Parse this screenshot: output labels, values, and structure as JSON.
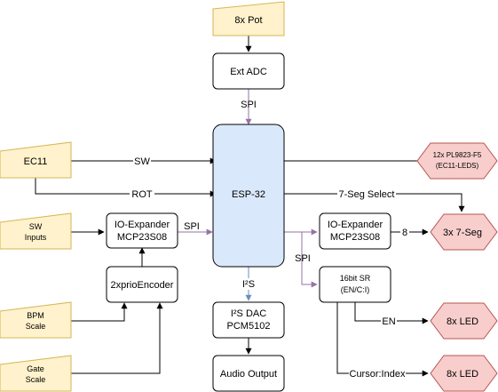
{
  "nodes": {
    "pot": "8x Pot",
    "ext_adc": "Ext ADC",
    "ec11": "EC11",
    "sw_inputs_1": "SW",
    "sw_inputs_2": "Inputs",
    "bpm_scale_1": "BPM",
    "bpm_scale_2": "Scale",
    "gate_scale_1": "Gate",
    "gate_scale_2": "Scale",
    "io_expander_left_1": "IO-Expander",
    "io_expander_left_2": "MCP23S08",
    "prio_encoder": "2xprioEncoder",
    "esp32": "ESP-32",
    "dac_1": "I²S DAC",
    "dac_2": "PCM5102",
    "audio_output": "Audio Output",
    "io_expander_right_1": "IO-Expander",
    "io_expander_right_2": "MCP23S08",
    "shift_register_1": "16bit SR",
    "shift_register_2": "(EN/C:I)",
    "leds_pl9823_1": "12x PL9823-F5",
    "leds_pl9823_2": "(EC11-LEDS)",
    "seven_seg": "3x 7-Seg",
    "led_en": "8x LED",
    "led_cursor": "8x LED"
  },
  "edges": {
    "spi_adc": "SPI",
    "sw": "SW",
    "rot": "ROT",
    "seven_seg_select": "7-Seg Select",
    "spi_left": "SPI",
    "spi_right": "SPI",
    "i2s": "I²S",
    "eight": "8",
    "en": "EN",
    "cursor_index": "Cursor:Index"
  },
  "colors": {
    "input_fill": "#fff2cc",
    "input_stroke": "#d6b656",
    "output_fill": "#f8cecc",
    "output_stroke": "#b85450",
    "mcu_fill": "#dae8fc",
    "spi_bus": "#9673a6",
    "i2s_bus": "#6c8ebf"
  }
}
